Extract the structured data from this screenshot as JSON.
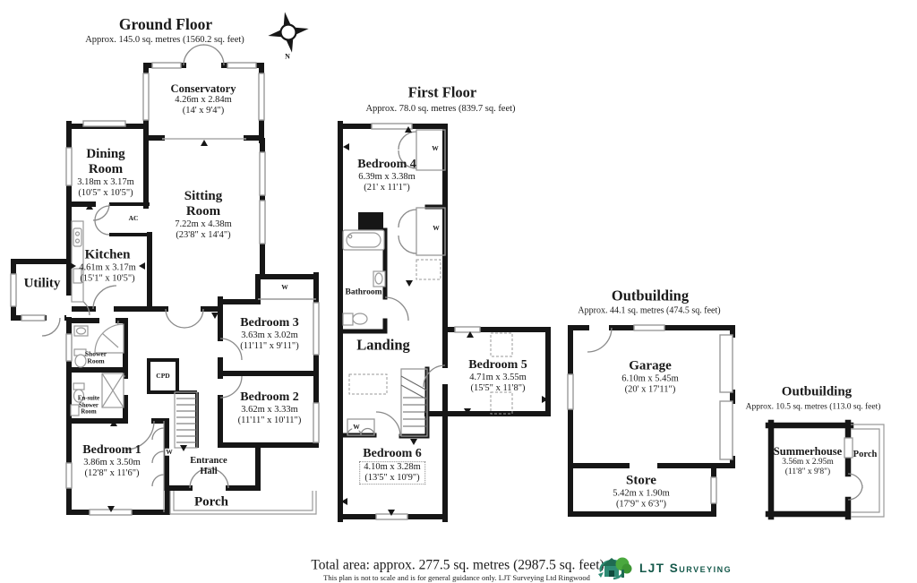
{
  "compass": {
    "north": "N"
  },
  "ground_floor": {
    "title": "Ground Floor",
    "area": "Approx. 145.0 sq. metres (1560.2 sq. feet)",
    "rooms": {
      "conservatory": {
        "name": "Conservatory",
        "metric": "4.26m x 2.84m",
        "imperial": "(14' x 9'4\")"
      },
      "dining_room": {
        "name": "Dining Room",
        "metric": "3.18m x 3.17m",
        "imperial": "(10'5\" x 10'5\")"
      },
      "sitting_room": {
        "name": "Sitting Room",
        "metric": "7.22m x 4.38m",
        "imperial": "(23'8\" x 14'4\")"
      },
      "kitchen": {
        "name": "Kitchen",
        "metric": "4.61m x 3.17m",
        "imperial": "(15'1\" x 10'5\")"
      },
      "utility": {
        "name": "Utility"
      },
      "shower_room": {
        "name": "Shower Room"
      },
      "ensuite_shower_room": {
        "name": "En-suite Shower Room"
      },
      "bedroom_1": {
        "name": "Bedroom 1",
        "metric": "3.86m x 3.50m",
        "imperial": "(12'8\" x 11'6\")"
      },
      "bedroom_2": {
        "name": "Bedroom 2",
        "metric": "3.62m x 3.33m",
        "imperial": "(11'11\" x 10'11\")"
      },
      "bedroom_3": {
        "name": "Bedroom 3",
        "metric": "3.63m x 3.02m",
        "imperial": "(11'11\" x 9'11\")"
      },
      "entrance_hall": {
        "name": "Entrance Hall"
      },
      "porch": {
        "name": "Porch"
      }
    },
    "annotations": {
      "ac": "AC",
      "cpd": "CPD",
      "wardrobe": "W"
    }
  },
  "first_floor": {
    "title": "First Floor",
    "area": "Approx. 78.0 sq. metres (839.7 sq. feet)",
    "rooms": {
      "bedroom_4": {
        "name": "Bedroom 4",
        "metric": "6.39m x 3.38m",
        "imperial": "(21' x 11'1\")"
      },
      "bathroom": {
        "name": "Bathroom"
      },
      "landing": {
        "name": "Landing"
      },
      "bedroom_5": {
        "name": "Bedroom 5",
        "metric": "4.71m x 3.55m",
        "imperial": "(15'5\" x 11'8\")"
      },
      "bedroom_6": {
        "name": "Bedroom 6",
        "metric": "4.10m x 3.28m",
        "imperial": "(13'5\" x 10'9\")"
      }
    },
    "annotations": {
      "wardrobe": "W"
    }
  },
  "outbuilding_garage": {
    "title": "Outbuilding",
    "area": "Approx. 44.1 sq. metres (474.5 sq. feet)",
    "rooms": {
      "garage": {
        "name": "Garage",
        "metric": "6.10m x 5.45m",
        "imperial": "(20' x 17'11\")"
      },
      "store": {
        "name": "Store",
        "metric": "5.42m x 1.90m",
        "imperial": "(17'9\" x 6'3\")"
      }
    }
  },
  "outbuilding_summerhouse": {
    "title": "Outbuilding",
    "area": "Approx. 10.5 sq. metres (113.0 sq. feet)",
    "rooms": {
      "summerhouse": {
        "name": "Summerhouse",
        "metric": "3.56m x 2.95m",
        "imperial": "(11'8\" x 9'8\")"
      },
      "porch": {
        "name": "Porch"
      }
    }
  },
  "footer": {
    "total_area": "Total area: approx. 277.5 sq. metres (2987.5 sq. feet)",
    "disclaimer": "This plan is not to scale and is for general guidance only. LJT Surveying Ltd Ringwood",
    "logo_text": "LJT Surveying"
  },
  "colors": {
    "wall": "#161616",
    "logo_green": "#14584a",
    "logo_house": "#2e8b74",
    "logo_tree": "#4aa83e"
  }
}
